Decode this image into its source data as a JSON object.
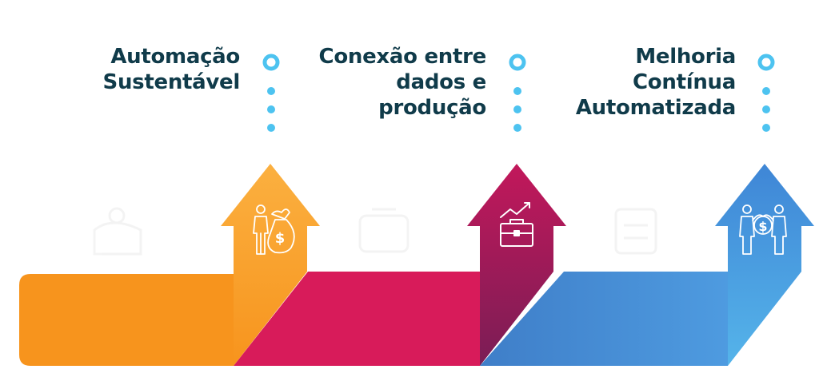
{
  "steps": [
    {
      "label_lines": [
        "Automação",
        "Sustentável"
      ],
      "icon": "money-bag-person-icon",
      "color": "#f7941d"
    },
    {
      "label_lines": [
        "Conexão entre",
        "dados e",
        "produção"
      ],
      "icon": "briefcase-growth-icon",
      "color": "#d81b5a"
    },
    {
      "label_lines": [
        "Melhoria",
        "Contínua",
        "Automatizada"
      ],
      "icon": "people-money-icon",
      "color": "#4a90d9"
    }
  ],
  "colors": {
    "text": "#103b4a",
    "dot": "#4dc3f0",
    "orange": "#f7941d",
    "orange_light": "#fbb040",
    "magenta": "#d81b5a",
    "magenta_dark": "#8e1c57",
    "blue": "#4a90d9",
    "blue_light": "#4fb0e8"
  }
}
